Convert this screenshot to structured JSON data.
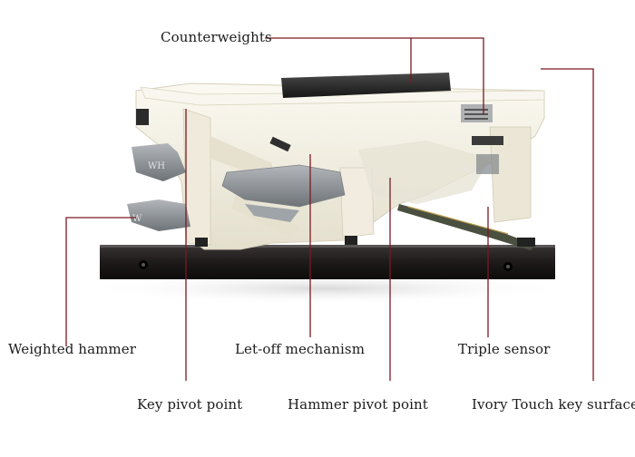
{
  "labels": {
    "counterweights": "Counterweights",
    "weighted_hammer": "Weighted hammer",
    "letoff": "Let-off mechanism",
    "triple_sensor": "Triple sensor",
    "key_pivot": "Key pivot point",
    "hammer_pivot": "Hammer pivot point",
    "ivory_touch": "Ivory Touch key surface"
  },
  "hammer_marks": [
    "WH",
    "W"
  ],
  "colors": {
    "leader": "#7a1a22",
    "base": "#1e1a1a",
    "mechanism": "#f3efe3",
    "hammer": "#8d9296",
    "key_top": "#262626"
  }
}
